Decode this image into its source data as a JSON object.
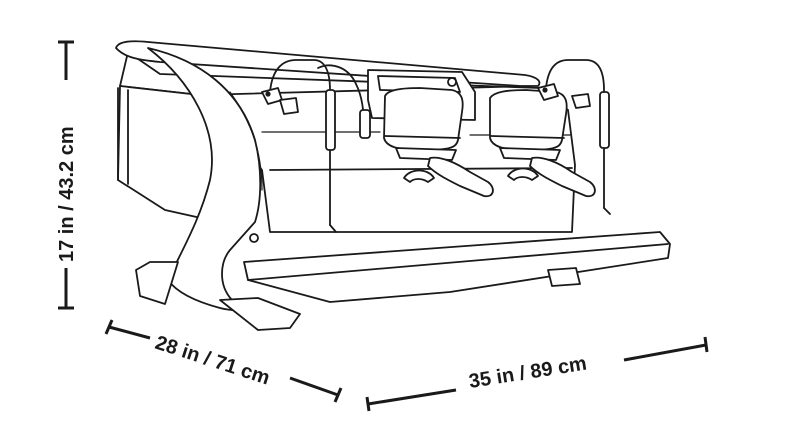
{
  "dimensions": {
    "height_label": "17 in / 43.2 cm",
    "depth_label": "28 in / 71 cm",
    "width_label": "35 in / 89 cm"
  },
  "colors": {
    "line": "#1a1a1a",
    "background": "#ffffff"
  }
}
